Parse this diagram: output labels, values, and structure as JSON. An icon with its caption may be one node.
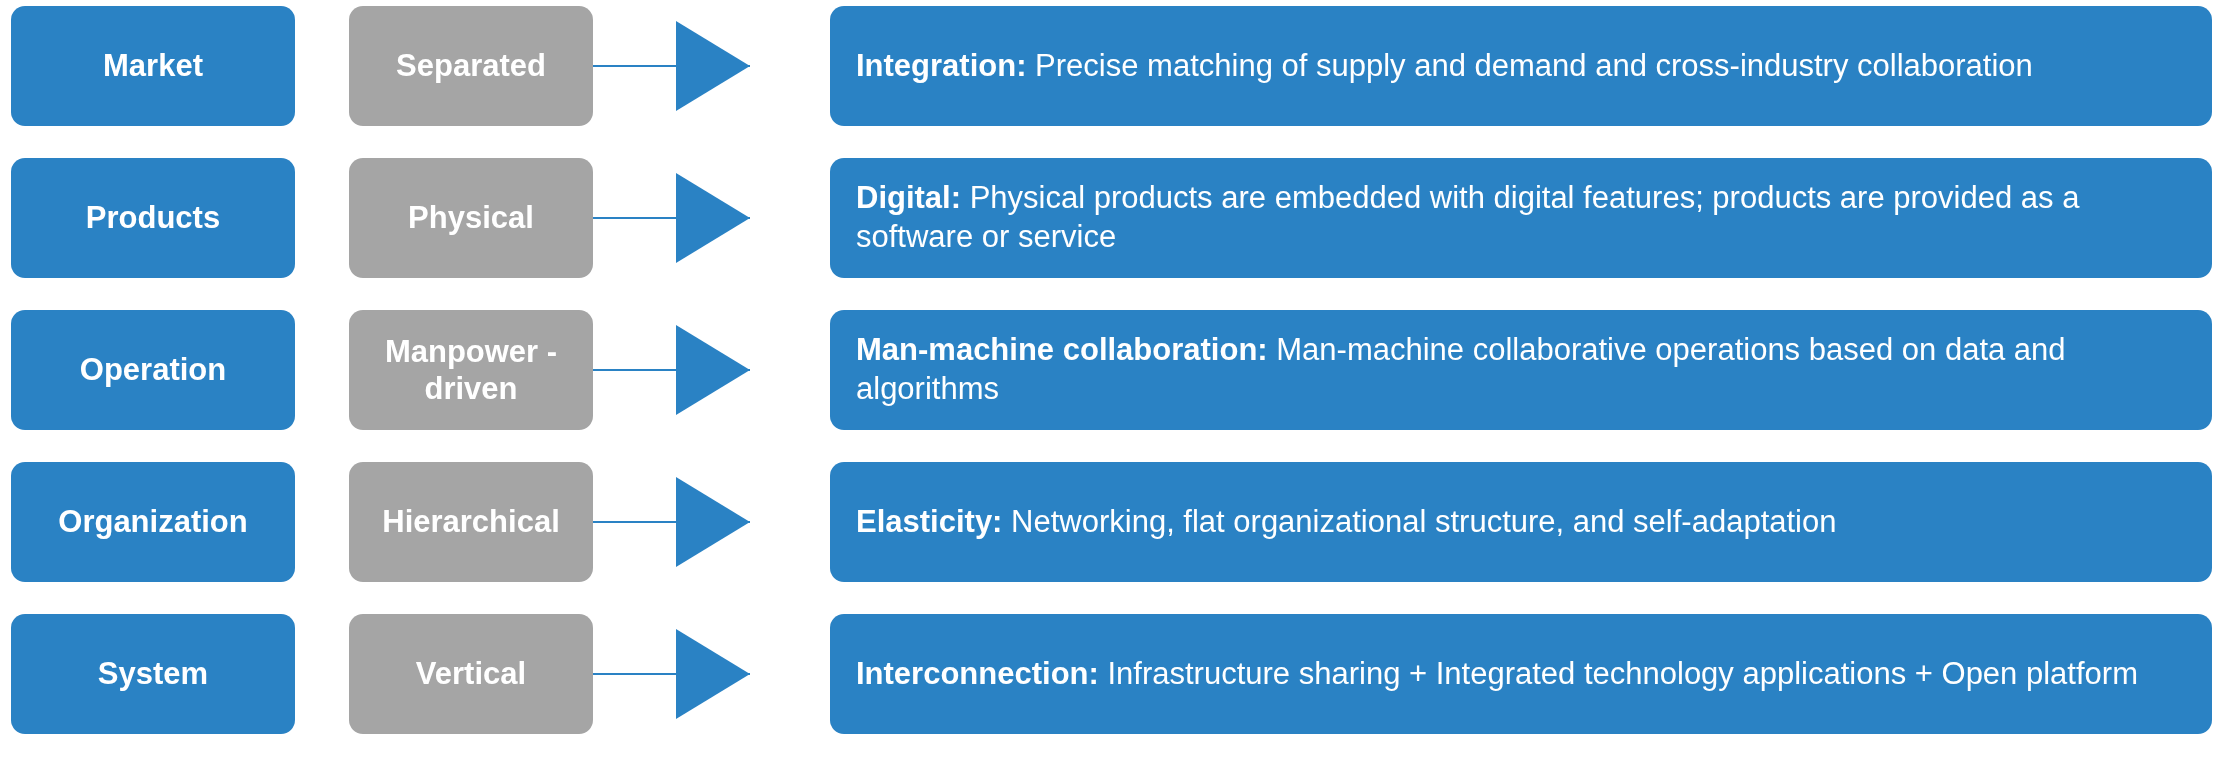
{
  "diagram": {
    "nodes": [
      {
        "text": [
          "Market"
        ]
      },
      {
        "text": [
          "Separated"
        ]
      },
      {
        "text": [
          "**Integration:** Precise matching of supply and demand and cross-industry collaboration"
        ]
      },
      {
        "text": [
          "Products"
        ]
      },
      {
        "text": [
          "Physical"
        ]
      },
      {
        "text": [
          "**Digital:** Physical products are embedded with digital features; products are provided as a software or service"
        ]
      },
      {
        "text": [
          "Operation"
        ]
      },
      {
        "text": [
          "Manpower -driven"
        ]
      },
      {
        "text": [
          "**Man-machine collaboration:** Man-machine collaborative operations based on data and algorithms"
        ]
      },
      {
        "text": [
          "Organization"
        ]
      },
      {
        "text": [
          "Hierarchical"
        ]
      },
      {
        "text": [
          "**Elasticity:** Networking, flat organizational structure, and self-adaptation"
        ]
      },
      {
        "text": [
          "System"
        ]
      },
      {
        "text": [
          "Vertical"
        ]
      },
      {
        "text": [
          "**Interconnection:** Infrastructure sharing + Integrated technology applications + Open platform"
        ]
      }
    ],
    "edges": [
      {
        "from": 1,
        "to": 2,
        "arrow": "to"
      },
      {
        "from": 4,
        "to": 5,
        "arrow": "to"
      },
      {
        "from": 7,
        "to": 8,
        "arrow": "to"
      },
      {
        "from": 10,
        "to": 11,
        "arrow": "to"
      },
      {
        "from": 13,
        "to": 14,
        "arrow": "to"
      }
    ]
  }
}
